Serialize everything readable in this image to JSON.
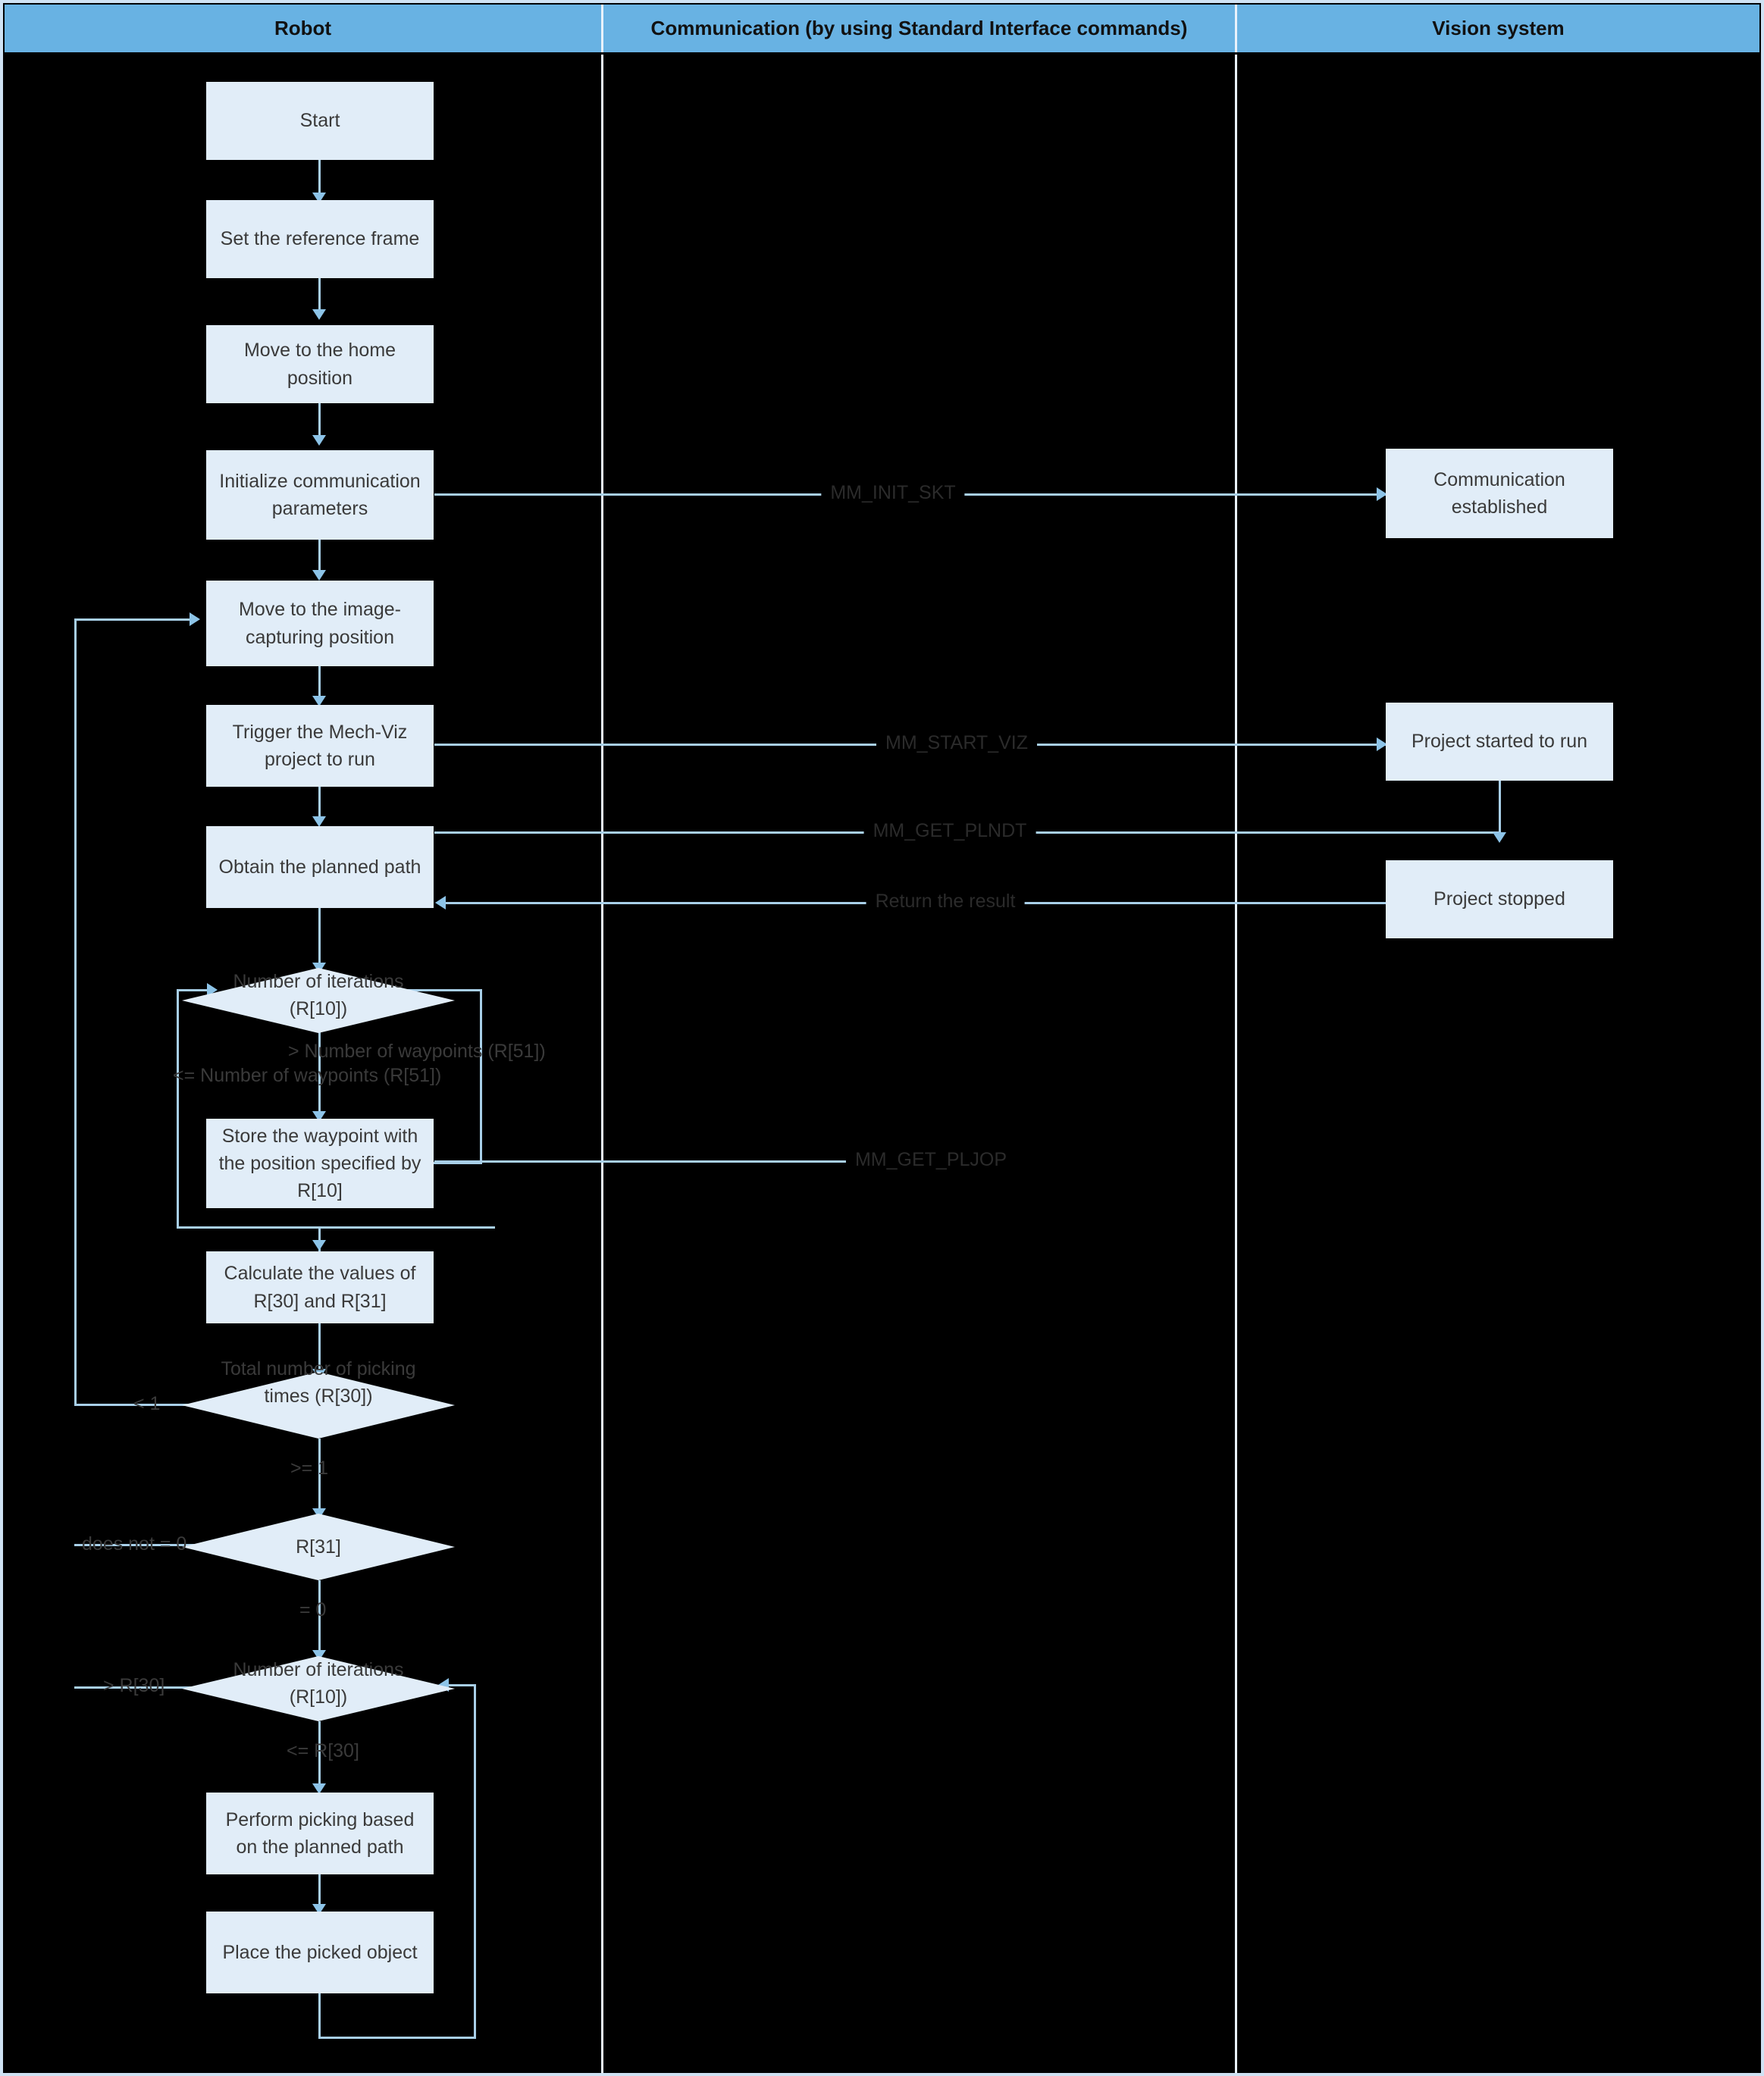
{
  "lanes": [
    {
      "title": "Robot"
    },
    {
      "title": "Communication (by using Standard Interface commands)"
    },
    {
      "title": "Vision system"
    }
  ],
  "robot_nodes": [
    {
      "id": "start",
      "label": "Start"
    },
    {
      "id": "set-ref",
      "label": "Set the reference frame"
    },
    {
      "id": "move-home",
      "label": "Move to the home position"
    },
    {
      "id": "init-comm",
      "label": "Initialize communication parameters"
    },
    {
      "id": "move-capture",
      "label": "Move to the image-capturing position"
    },
    {
      "id": "trigger-viz",
      "label": "Trigger the Mech-Viz project to run"
    },
    {
      "id": "obtain-path",
      "label": "Obtain the planned path"
    },
    {
      "id": "store-wp",
      "label": "Store the waypoint with the position specified by R[10]"
    },
    {
      "id": "calc-r30-r31",
      "label": "Calculate the values of R[30] and R[31]"
    },
    {
      "id": "perform-pick",
      "label": "Perform picking based on the planned path"
    },
    {
      "id": "place-object",
      "label": "Place the picked object"
    }
  ],
  "robot_decisions": [
    {
      "id": "dec-iter-wp",
      "label": "Number of iterations (R[10])"
    },
    {
      "id": "dec-total-pick",
      "label": "Total number of picking times (R[30])"
    },
    {
      "id": "dec-r31",
      "label": "R[31]"
    },
    {
      "id": "dec-iter-r30",
      "label": "Number of iterations (R[10])"
    }
  ],
  "vision_nodes": [
    {
      "id": "comm-established",
      "label": "Communication established"
    },
    {
      "id": "project-started",
      "label": "Project started to run"
    },
    {
      "id": "project-stopped",
      "label": "Project stopped"
    }
  ],
  "messages": [
    {
      "id": "msg-init-skt",
      "label": "MM_INIT_SKT"
    },
    {
      "id": "msg-start-viz",
      "label": "MM_START_VIZ"
    },
    {
      "id": "msg-get-plndt",
      "label": "MM_GET_PLNDT"
    },
    {
      "id": "msg-return",
      "label": "Return the result"
    },
    {
      "id": "msg-get-pljop",
      "label": "MM_GET_PLJOP"
    }
  ],
  "edge_labels": [
    {
      "id": "el-gt-waypoints",
      "label": "> Number of waypoints (R[51])"
    },
    {
      "id": "el-le-waypoints",
      "label": "<= Number of waypoints (R[51])"
    },
    {
      "id": "el-lt-1",
      "label": "< 1"
    },
    {
      "id": "el-ge-1",
      "label": ">= 1"
    },
    {
      "id": "el-not-zero",
      "label": "does not = 0"
    },
    {
      "id": "el-eq-zero",
      "label": "= 0"
    },
    {
      "id": "el-gt-r30",
      "label": "> R[30]"
    },
    {
      "id": "el-le-r30",
      "label": "<= R[30]"
    }
  ],
  "colors": {
    "lane_header": "#68b2e3",
    "node_fill": "#e1edf8",
    "connector": "#a8cfe8",
    "background": "#000000",
    "text": "#3a3a3a"
  }
}
